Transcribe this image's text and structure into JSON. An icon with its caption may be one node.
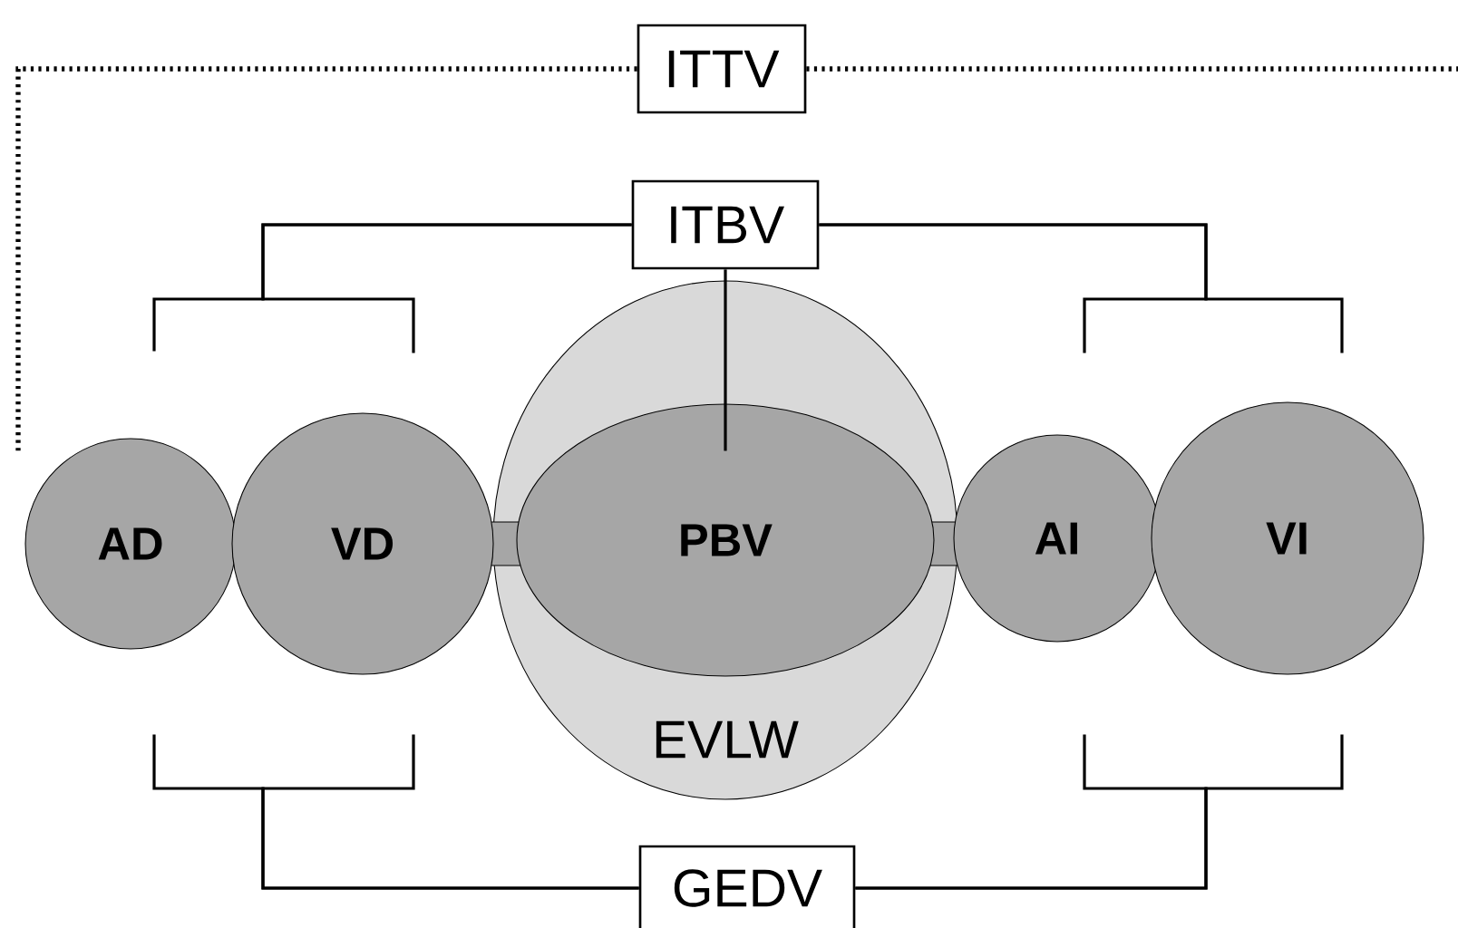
{
  "diagram": {
    "nodes": [
      {
        "text": [
          "ITTV"
        ]
      },
      {
        "text": [
          "ITBV"
        ]
      },
      {
        "text": [
          "AD"
        ]
      },
      {
        "text": [
          "VD"
        ]
      },
      {
        "text": [
          "EVLW"
        ]
      },
      {
        "text": [
          "PBV"
        ],
        "in": 4
      },
      {
        "text": [
          "AI"
        ]
      },
      {
        "text": [
          "VI"
        ]
      },
      {
        "text": [
          "GEDV"
        ]
      }
    ],
    "edges": [
      {
        "from": 0,
        "to": null,
        "arrow": "none",
        "style": "dashed"
      },
      {
        "from": 0,
        "to": null,
        "arrow": "none",
        "style": "dashed"
      },
      {
        "from": 1,
        "to": 2,
        "arrow": "none"
      },
      {
        "from": 1,
        "to": 3,
        "arrow": "none"
      },
      {
        "from": 1,
        "to": 5,
        "arrow": "none"
      },
      {
        "from": 1,
        "to": 6,
        "arrow": "none"
      },
      {
        "from": 1,
        "to": 7,
        "arrow": "none"
      },
      {
        "from": 8,
        "to": 2,
        "arrow": "none"
      },
      {
        "from": 8,
        "to": 3,
        "arrow": "none"
      },
      {
        "from": 8,
        "to": 6,
        "arrow": "none"
      },
      {
        "from": 8,
        "to": 7,
        "arrow": "none"
      }
    ]
  }
}
